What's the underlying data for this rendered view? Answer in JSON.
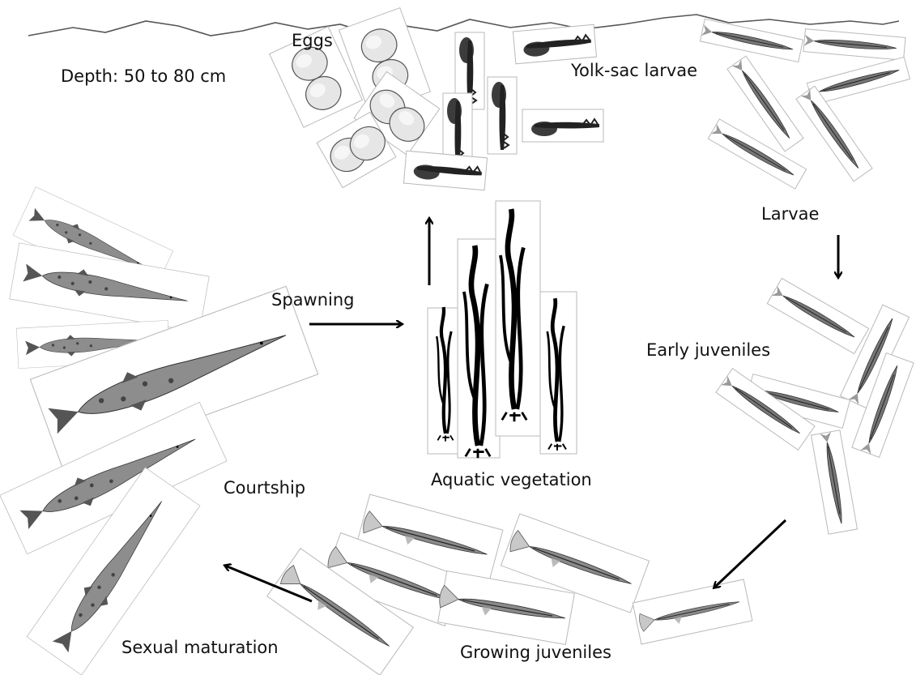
{
  "labels": {
    "depth": "Depth: 50 to 80 cm",
    "eggs": "Eggs",
    "yolk_sac_larvae": "Yolk-sac larvae",
    "larvae": "Larvae",
    "early_juveniles": "Early juveniles",
    "growing_juveniles": "Growing juveniles",
    "sexual_maturation": "Sexual maturation",
    "courtship": "Courtship",
    "spawning": "Spawning",
    "aquatic_vegetation": "Aquatic vegetation"
  },
  "colors": {
    "background": "#ffffff",
    "text": "#111111",
    "arrow": "#000000",
    "water_line": "#555555",
    "fish_dark": "#3a3a3a",
    "fish_light": "#a8a8a8",
    "vegetation": "#000000"
  }
}
